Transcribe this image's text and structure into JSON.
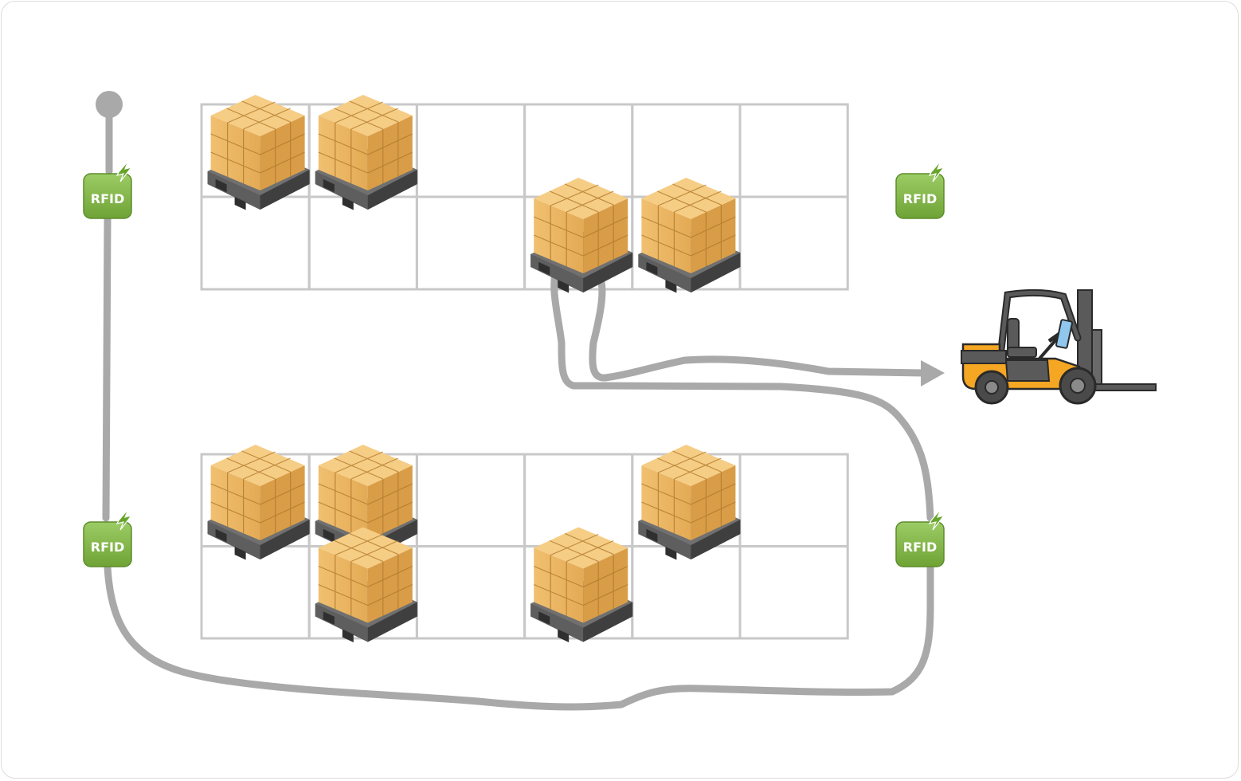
{
  "diagram": {
    "title": "",
    "type": "warehouse-rfid-tracking",
    "colors": {
      "path": "#a9a9a9",
      "grid": "#c8c8c8",
      "rfid_green": "#7cb342",
      "rfid_green_dark": "#5d8c2c",
      "bolt": "#66a52a",
      "box": "#e9b35f",
      "box_dark": "#c98f3e",
      "pallet": "#5a5a5a",
      "forklift_body": "#f5a623",
      "forklift_frame": "#5a5a5a"
    },
    "racks": [
      {
        "name": "top-rack",
        "rows": 2,
        "cols": 6,
        "pallets": [
          {
            "row": 0,
            "col": 0,
            "label": "pallet"
          },
          {
            "row": 0,
            "col": 1,
            "label": "pallet"
          },
          {
            "row": 1,
            "col": 3,
            "label": "pallet"
          },
          {
            "row": 1,
            "col": 4,
            "label": "pallet"
          }
        ]
      },
      {
        "name": "bottom-rack",
        "rows": 2,
        "cols": 6,
        "pallets": [
          {
            "row": 0,
            "col": 0,
            "label": "pallet"
          },
          {
            "row": 0,
            "col": 1,
            "label": "pallet"
          },
          {
            "row": 0,
            "col": 4,
            "label": "pallet"
          },
          {
            "row": 1,
            "col": 1,
            "label": "pallet"
          },
          {
            "row": 1,
            "col": 3,
            "label": "pallet"
          }
        ]
      }
    ],
    "rfid_readers": [
      {
        "label": "RFID",
        "position": "left-top"
      },
      {
        "label": "RFID",
        "position": "right-top"
      },
      {
        "label": "RFID",
        "position": "left-bottom"
      },
      {
        "label": "RFID",
        "position": "right-bottom"
      }
    ],
    "path": {
      "start": "start-point",
      "end": "forklift",
      "arrow": true
    },
    "vehicle": {
      "name": "forklift"
    }
  }
}
